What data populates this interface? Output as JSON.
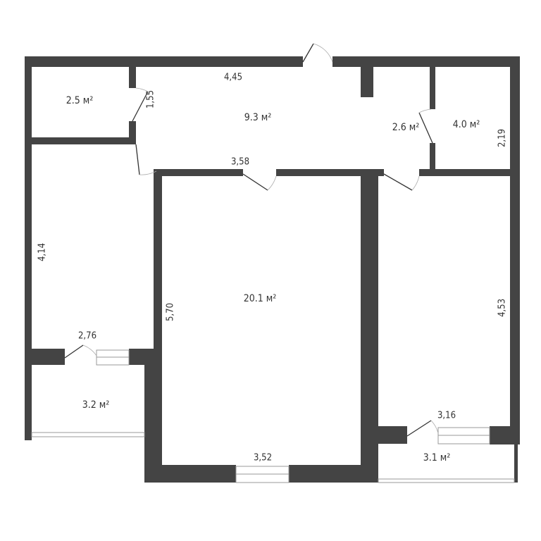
{
  "colors": {
    "wall": "#444444",
    "background": "#ffffff",
    "window": "#999999"
  },
  "rooms": [
    {
      "id": "bathroom",
      "area": "2.5 м²"
    },
    {
      "id": "hall",
      "area": "9.3 м²"
    },
    {
      "id": "wc",
      "area": "2.6 м²"
    },
    {
      "id": "kitchen",
      "area": "4.0 м²"
    },
    {
      "id": "living",
      "area": "20.1 м²"
    },
    {
      "id": "balcony-left",
      "area": "3.2 м²"
    },
    {
      "id": "balcony-right",
      "area": "3.1 м²"
    }
  ],
  "dimensions": {
    "hall_top": "4,45",
    "bathroom_side": "1,55",
    "hall_bottom": "3,58",
    "kitchen_side": "2,19",
    "left_room_side": "4,14",
    "left_room_bottom": "2,76",
    "living_side": "5,70",
    "living_bottom": "3,52",
    "right_room_side": "4,53",
    "right_room_bottom": "3,16"
  }
}
